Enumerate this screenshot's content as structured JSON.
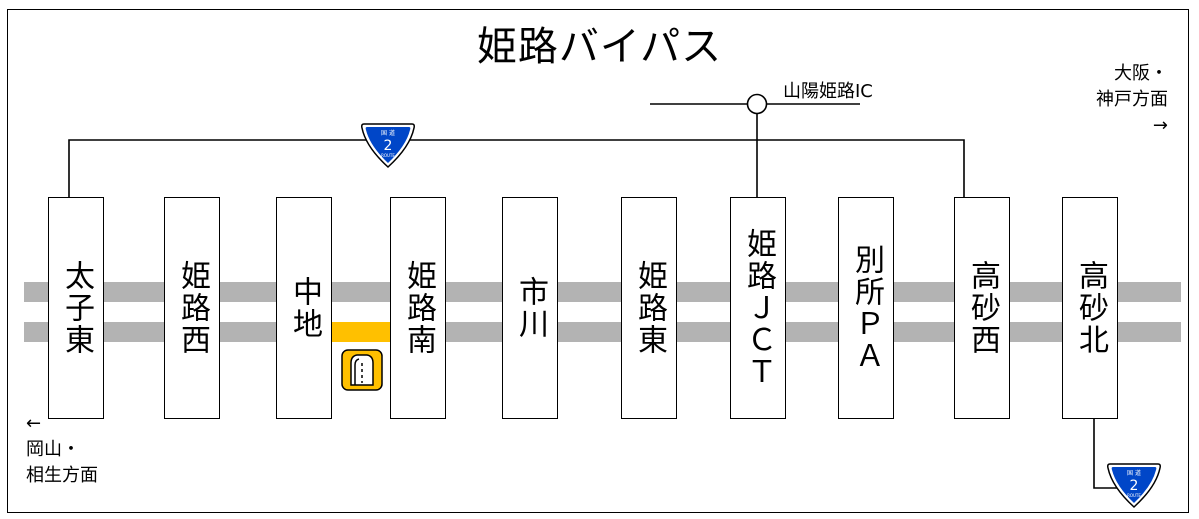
{
  "title": "姫路バイパス",
  "interchange_label": "山陽姫路IC",
  "direction_east": {
    "line1": "大阪・",
    "line2": "神戸方面",
    "arrow": "→"
  },
  "direction_west": {
    "arrow": "←",
    "line1": "岡山・",
    "line2": "相生方面"
  },
  "route_shield": {
    "top": "国 道",
    "number": "2",
    "bottom": "ROUTE"
  },
  "stations": [
    {
      "name": "太子東"
    },
    {
      "name": "姫路西"
    },
    {
      "name": "中地"
    },
    {
      "name": "姫路南"
    },
    {
      "name": "市川"
    },
    {
      "name": "姫路東"
    },
    {
      "name": "姫路ＪＣＴ"
    },
    {
      "name": "別所ＰＡ"
    },
    {
      "name": "高砂西"
    },
    {
      "name": "高砂北"
    }
  ],
  "colors": {
    "road": "#b3b3b3",
    "parking_area": "#ffc000",
    "shield_blue": "#0046c8"
  },
  "icons": [
    "parking-icon",
    "route-shield-icon",
    "interchange-circle-icon"
  ]
}
